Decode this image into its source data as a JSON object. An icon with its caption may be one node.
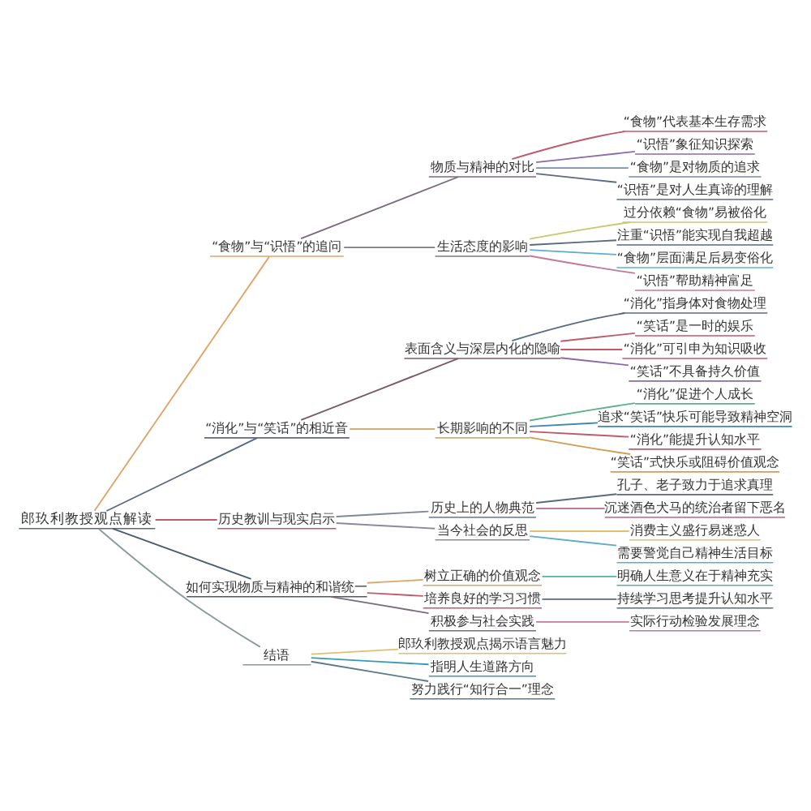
{
  "diagram": {
    "nodes": [
      {
        "text": [
          "郎玖利教授观点解读"
        ]
      },
      {
        "text": [
          "“食物”与“识悟”的追问"
        ]
      },
      {
        "text": [
          "物质与精神的对比"
        ]
      },
      {
        "text": [
          "“食物”代表基本生存需求"
        ]
      },
      {
        "text": [
          "“识悟”象征知识探索"
        ]
      },
      {
        "text": [
          "“食物”是对物质的追求"
        ]
      },
      {
        "text": [
          "“识悟”是对人生真谛的理解"
        ]
      },
      {
        "text": [
          "生活态度的影响"
        ]
      },
      {
        "text": [
          "过分依赖“食物”易被俗化"
        ]
      },
      {
        "text": [
          "注重“识悟”能实现自我超越"
        ]
      },
      {
        "text": [
          "“食物”层面满足后易变俗化"
        ]
      },
      {
        "text": [
          "“识悟”帮助精神富足"
        ]
      },
      {
        "text": [
          "“消化”与“笑话”的相近音"
        ]
      },
      {
        "text": [
          "表面含义与深层内化的隐喻"
        ]
      },
      {
        "text": [
          "“消化”指身体对食物处理"
        ]
      },
      {
        "text": [
          "“笑话”是一时的娱乐"
        ]
      },
      {
        "text": [
          "“消化”可引申为知识吸收"
        ]
      },
      {
        "text": [
          "“笑话”不具备持久价值"
        ]
      },
      {
        "text": [
          "长期影响的不同"
        ]
      },
      {
        "text": [
          "“消化”促进个人成长"
        ]
      },
      {
        "text": [
          "追求“笑话”快乐可能导致精神空洞"
        ]
      },
      {
        "text": [
          "“消化”能提升认知水平"
        ]
      },
      {
        "text": [
          "“笑话”式快乐或阻碍价值观念"
        ]
      },
      {
        "text": [
          "历史教训与现实启示"
        ]
      },
      {
        "text": [
          "历史上的人物典范"
        ]
      },
      {
        "text": [
          "孔子、老子致力于追求真理"
        ]
      },
      {
        "text": [
          "沉迷酒色犬马的统治者留下恶名"
        ]
      },
      {
        "text": [
          "当今社会的反思"
        ]
      },
      {
        "text": [
          "消费主义盛行易迷惑人"
        ]
      },
      {
        "text": [
          "需要警觉自己精神生活目标"
        ]
      },
      {
        "text": [
          "如何实现物质与精神的和谐统一"
        ]
      },
      {
        "text": [
          "树立正确的价值观念"
        ]
      },
      {
        "text": [
          "明确人生意义在于精神充实"
        ]
      },
      {
        "text": [
          "培养良好的学习习惯"
        ]
      },
      {
        "text": [
          "持续学习思考提升认知水平"
        ]
      },
      {
        "text": [
          "积极参与社会实践"
        ]
      },
      {
        "text": [
          "实际行动检验发展理念"
        ]
      },
      {
        "text": [
          "结语"
        ]
      },
      {
        "text": [
          "郎玖利教授观点揭示语言魅力"
        ]
      },
      {
        "text": [
          "指明人生道路方向"
        ]
      },
      {
        "text": [
          "努力践行“知行合一”理念"
        ]
      }
    ],
    "edges": [
      {
        "from": 0,
        "to": 1,
        "arrow": "none",
        "color": "#e0a468"
      },
      {
        "from": 1,
        "to": 2,
        "arrow": "none",
        "color": "#7a6a7a"
      },
      {
        "from": 2,
        "to": 3,
        "arrow": "none",
        "color": "#c05a6a"
      },
      {
        "from": 2,
        "to": 4,
        "arrow": "none",
        "color": "#8a6aa8"
      },
      {
        "from": 2,
        "to": 5,
        "arrow": "none",
        "color": "#7a8aa8"
      },
      {
        "from": 2,
        "to": 6,
        "arrow": "none",
        "color": "#5a6a80"
      },
      {
        "from": 1,
        "to": 7,
        "arrow": "none",
        "color": "#7a7a8a"
      },
      {
        "from": 7,
        "to": 8,
        "arrow": "none",
        "color": "#c8c870"
      },
      {
        "from": 7,
        "to": 9,
        "arrow": "none",
        "color": "#5a6a80"
      },
      {
        "from": 7,
        "to": 10,
        "arrow": "none",
        "color": "#5ab0c8"
      },
      {
        "from": 7,
        "to": 11,
        "arrow": "none",
        "color": "#c07a9a"
      },
      {
        "from": 0,
        "to": 12,
        "arrow": "none",
        "color": "#5a6a80"
      },
      {
        "from": 12,
        "to": 13,
        "arrow": "none",
        "color": "#7a5a6a"
      },
      {
        "from": 13,
        "to": 14,
        "arrow": "none",
        "color": "#5a6a80"
      },
      {
        "from": 13,
        "to": 15,
        "arrow": "none",
        "color": "#c05a6a"
      },
      {
        "from": 13,
        "to": 16,
        "arrow": "none",
        "color": "#c05a6a"
      },
      {
        "from": 13,
        "to": 17,
        "arrow": "none",
        "color": "#8a6aa8"
      },
      {
        "from": 12,
        "to": 18,
        "arrow": "none",
        "color": "#d0b070"
      },
      {
        "from": 18,
        "to": 19,
        "arrow": "none",
        "color": "#5ab08a"
      },
      {
        "from": 18,
        "to": 20,
        "arrow": "none",
        "color": "#3a8ab0"
      },
      {
        "from": 18,
        "to": 21,
        "arrow": "none",
        "color": "#c05a6a"
      },
      {
        "from": 18,
        "to": 22,
        "arrow": "none",
        "color": "#d0a050"
      },
      {
        "from": 0,
        "to": 23,
        "arrow": "none",
        "color": "#c05a6a"
      },
      {
        "from": 23,
        "to": 24,
        "arrow": "none",
        "color": "#7a8a9a"
      },
      {
        "from": 24,
        "to": 25,
        "arrow": "none",
        "color": "#5a6a80"
      },
      {
        "from": 24,
        "to": 26,
        "arrow": "none",
        "color": "#c07a9a"
      },
      {
        "from": 23,
        "to": 27,
        "arrow": "none",
        "color": "#8a8aa0"
      },
      {
        "from": 27,
        "to": 28,
        "arrow": "none",
        "color": "#e0c070"
      },
      {
        "from": 27,
        "to": 29,
        "arrow": "none",
        "color": "#5ab0c8"
      },
      {
        "from": 0,
        "to": 30,
        "arrow": "none",
        "color": "#4a5a70"
      },
      {
        "from": 30,
        "to": 31,
        "arrow": "none",
        "color": "#e0a468"
      },
      {
        "from": 31,
        "to": 32,
        "arrow": "none",
        "color": "#5ab0a0"
      },
      {
        "from": 30,
        "to": 33,
        "arrow": "none",
        "color": "#c05a6a"
      },
      {
        "from": 33,
        "to": 34,
        "arrow": "none",
        "color": "#5a6a80"
      },
      {
        "from": 30,
        "to": 35,
        "arrow": "none",
        "color": "#7a6a7a"
      },
      {
        "from": 35,
        "to": 36,
        "arrow": "none",
        "color": "#c07a9a"
      },
      {
        "from": 0,
        "to": 37,
        "arrow": "none",
        "color": "#8a9a9a"
      },
      {
        "from": 37,
        "to": 38,
        "arrow": "none",
        "color": "#e0c070"
      },
      {
        "from": 37,
        "to": 39,
        "arrow": "none",
        "color": "#3a9ab0"
      },
      {
        "from": 37,
        "to": 40,
        "arrow": "none",
        "color": "#5a7a90"
      }
    ]
  }
}
